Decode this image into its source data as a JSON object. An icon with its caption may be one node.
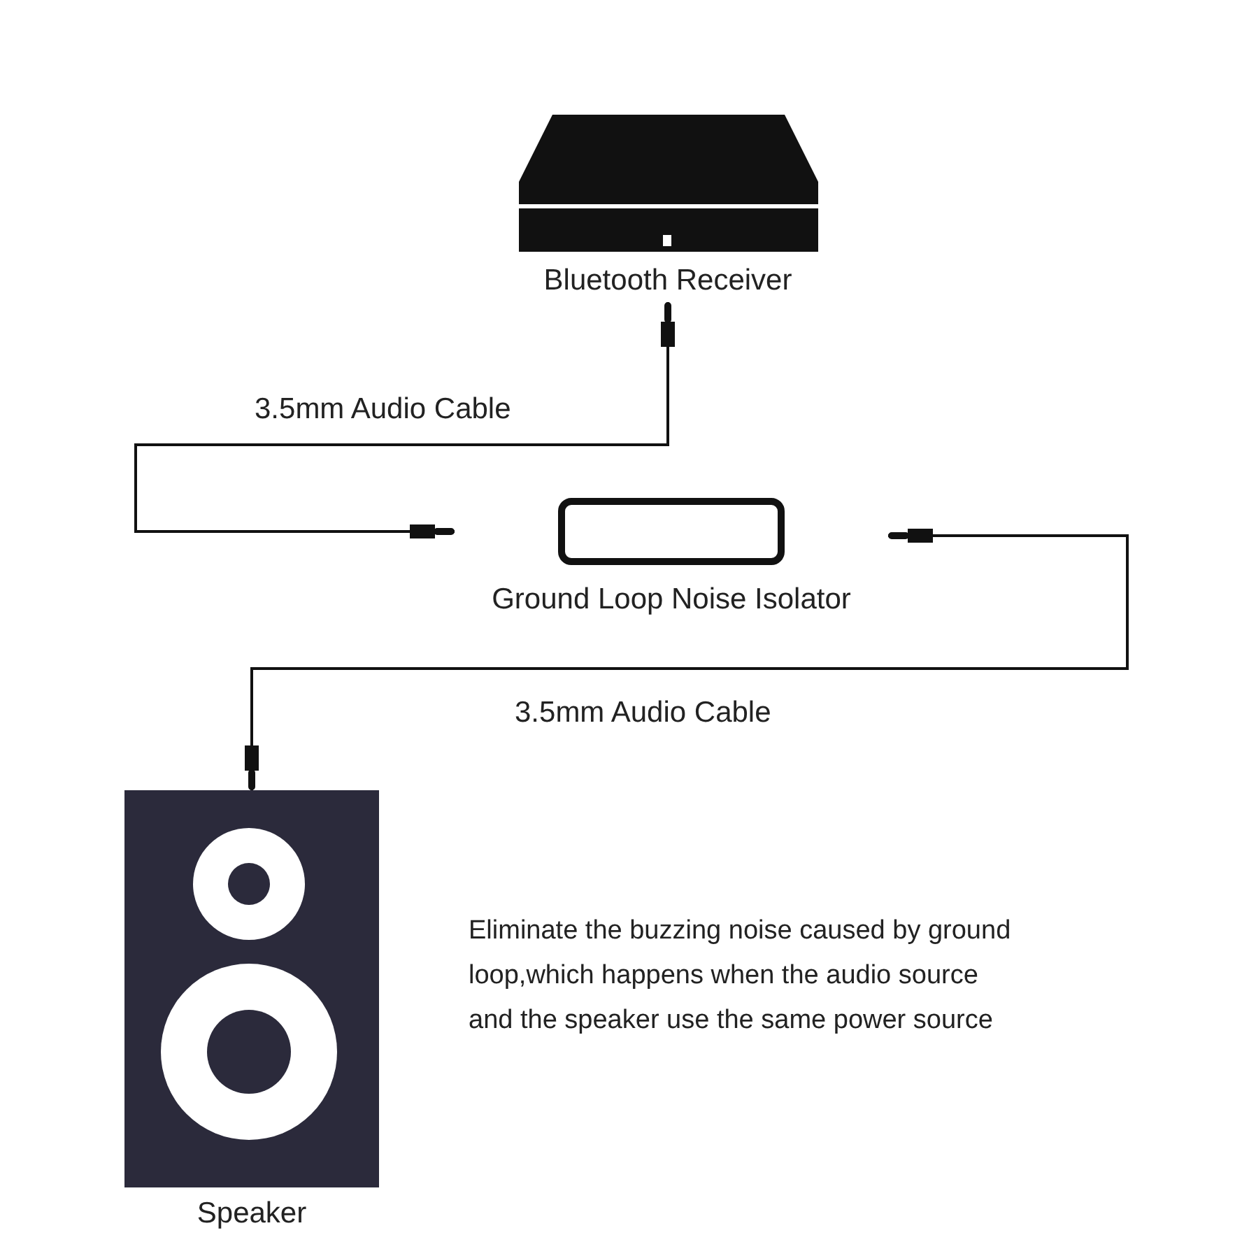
{
  "diagram": {
    "nodes": [
      {
        "text": [
          "Bluetooth Receiver"
        ]
      },
      {
        "text": [
          "Ground Loop Noise Isolator"
        ]
      },
      {
        "text": [
          "Speaker"
        ]
      }
    ],
    "edges": [
      {
        "from": 0,
        "to": 1,
        "arrow": "other",
        "label": "3.5mm Audio Cable"
      },
      {
        "from": 1,
        "to": 2,
        "arrow": "other",
        "label": "3.5mm Audio Cable"
      }
    ],
    "labels": [
      "Eliminate the buzzing noise caused by ground loop,which happens when the audio source and the speaker use the same power source"
    ]
  }
}
